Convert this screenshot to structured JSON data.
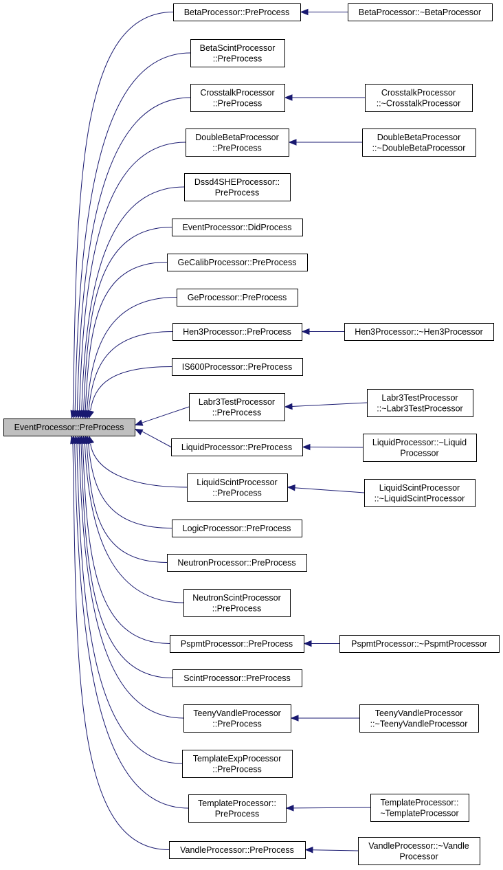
{
  "root": {
    "id": "root",
    "lines": [
      "EventProcessor::PreProcess"
    ]
  },
  "callers": [
    {
      "id": "beta",
      "lines": [
        "BetaProcessor::PreProcess"
      ],
      "callers": [
        {
          "id": "beta-d",
          "lines": [
            "BetaProcessor::~BetaProcessor"
          ]
        }
      ]
    },
    {
      "id": "betascint",
      "lines": [
        "BetaScintProcessor",
        "::PreProcess"
      ]
    },
    {
      "id": "crosstalk",
      "lines": [
        "CrosstalkProcessor",
        "::PreProcess"
      ],
      "callers": [
        {
          "id": "crosstalk-d",
          "lines": [
            "CrosstalkProcessor",
            "::~CrosstalkProcessor"
          ]
        }
      ]
    },
    {
      "id": "doublebeta",
      "lines": [
        "DoubleBetaProcessor",
        "::PreProcess"
      ],
      "callers": [
        {
          "id": "doublebeta-d",
          "lines": [
            "DoubleBetaProcessor",
            "::~DoubleBetaProcessor"
          ]
        }
      ]
    },
    {
      "id": "dssd",
      "lines": [
        "Dssd4SHEProcessor::",
        "PreProcess"
      ]
    },
    {
      "id": "didprocess",
      "lines": [
        "EventProcessor::DidProcess"
      ]
    },
    {
      "id": "gecalib",
      "lines": [
        "GeCalibProcessor::PreProcess"
      ]
    },
    {
      "id": "ge",
      "lines": [
        "GeProcessor::PreProcess"
      ]
    },
    {
      "id": "hen3",
      "lines": [
        "Hen3Processor::PreProcess"
      ],
      "callers": [
        {
          "id": "hen3-d",
          "lines": [
            "Hen3Processor::~Hen3Processor"
          ]
        }
      ]
    },
    {
      "id": "is600",
      "lines": [
        "IS600Processor::PreProcess"
      ]
    },
    {
      "id": "labr3",
      "lines": [
        "Labr3TestProcessor",
        "::PreProcess"
      ],
      "callers": [
        {
          "id": "labr3-d",
          "lines": [
            "Labr3TestProcessor",
            "::~Labr3TestProcessor"
          ]
        }
      ]
    },
    {
      "id": "liquid",
      "lines": [
        "LiquidProcessor::PreProcess"
      ],
      "callers": [
        {
          "id": "liquid-d",
          "lines": [
            "LiquidProcessor::~Liquid",
            "Processor"
          ]
        }
      ]
    },
    {
      "id": "liquidscint",
      "lines": [
        "LiquidScintProcessor",
        "::PreProcess"
      ],
      "callers": [
        {
          "id": "liquidscint-d",
          "lines": [
            "LiquidScintProcessor",
            "::~LiquidScintProcessor"
          ]
        }
      ]
    },
    {
      "id": "logic",
      "lines": [
        "LogicProcessor::PreProcess"
      ]
    },
    {
      "id": "neutron",
      "lines": [
        "NeutronProcessor::PreProcess"
      ]
    },
    {
      "id": "neutronscint",
      "lines": [
        "NeutronScintProcessor",
        "::PreProcess"
      ]
    },
    {
      "id": "pspmt",
      "lines": [
        "PspmtProcessor::PreProcess"
      ],
      "callers": [
        {
          "id": "pspmt-d",
          "lines": [
            "PspmtProcessor::~PspmtProcessor"
          ]
        }
      ]
    },
    {
      "id": "scint",
      "lines": [
        "ScintProcessor::PreProcess"
      ]
    },
    {
      "id": "teeny",
      "lines": [
        "TeenyVandleProcessor",
        "::PreProcess"
      ],
      "callers": [
        {
          "id": "teeny-d",
          "lines": [
            "TeenyVandleProcessor",
            "::~TeenyVandleProcessor"
          ]
        }
      ]
    },
    {
      "id": "templateexp",
      "lines": [
        "TemplateExpProcessor",
        "::PreProcess"
      ]
    },
    {
      "id": "template",
      "lines": [
        "TemplateProcessor::",
        "PreProcess"
      ],
      "callers": [
        {
          "id": "template-d",
          "lines": [
            "TemplateProcessor::",
            "~TemplateProcessor"
          ]
        }
      ]
    },
    {
      "id": "vandle",
      "lines": [
        "VandleProcessor::PreProcess"
      ],
      "callers": [
        {
          "id": "vandle-d",
          "lines": [
            "VandleProcessor::~Vandle",
            "Processor"
          ]
        }
      ]
    }
  ]
}
